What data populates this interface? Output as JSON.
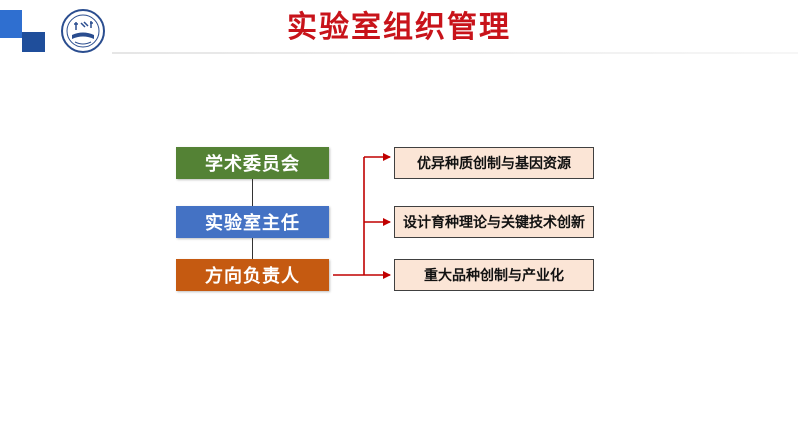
{
  "header": {
    "title": "实验室组织管理"
  },
  "colors": {
    "title": "#c8131a",
    "committee": "#548235",
    "director": "#4472c4",
    "leader": "#c55a11",
    "direction_fill": "#fbe5d6",
    "connector": "#c00000"
  },
  "roles": [
    {
      "label": "学术委员会"
    },
    {
      "label": "实验室主任"
    },
    {
      "label": "方向负责人"
    }
  ],
  "directions": [
    {
      "label": "优异种质创制与基因资源"
    },
    {
      "label": "设计育种理论与关键技术创新"
    },
    {
      "label": "重大品种创制与产业化"
    }
  ]
}
